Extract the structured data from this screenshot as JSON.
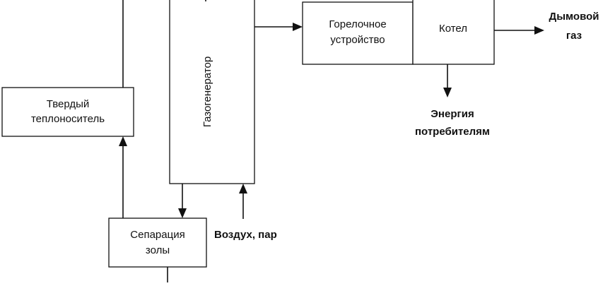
{
  "nodes": {
    "solid_carrier": [
      "Твердый",
      "теплоноситель"
    ],
    "gasifier": "Газогенератор",
    "burner": [
      "Горелочное",
      "устройство"
    ],
    "boiler": "Котел",
    "ash_separation": [
      "Сепарация",
      "золы"
    ]
  },
  "labels": {
    "flue_gas": [
      "Дымовой",
      "газ"
    ],
    "energy": [
      "Энергия",
      "потребителям"
    ],
    "air_steam": "Воздух, пар"
  }
}
